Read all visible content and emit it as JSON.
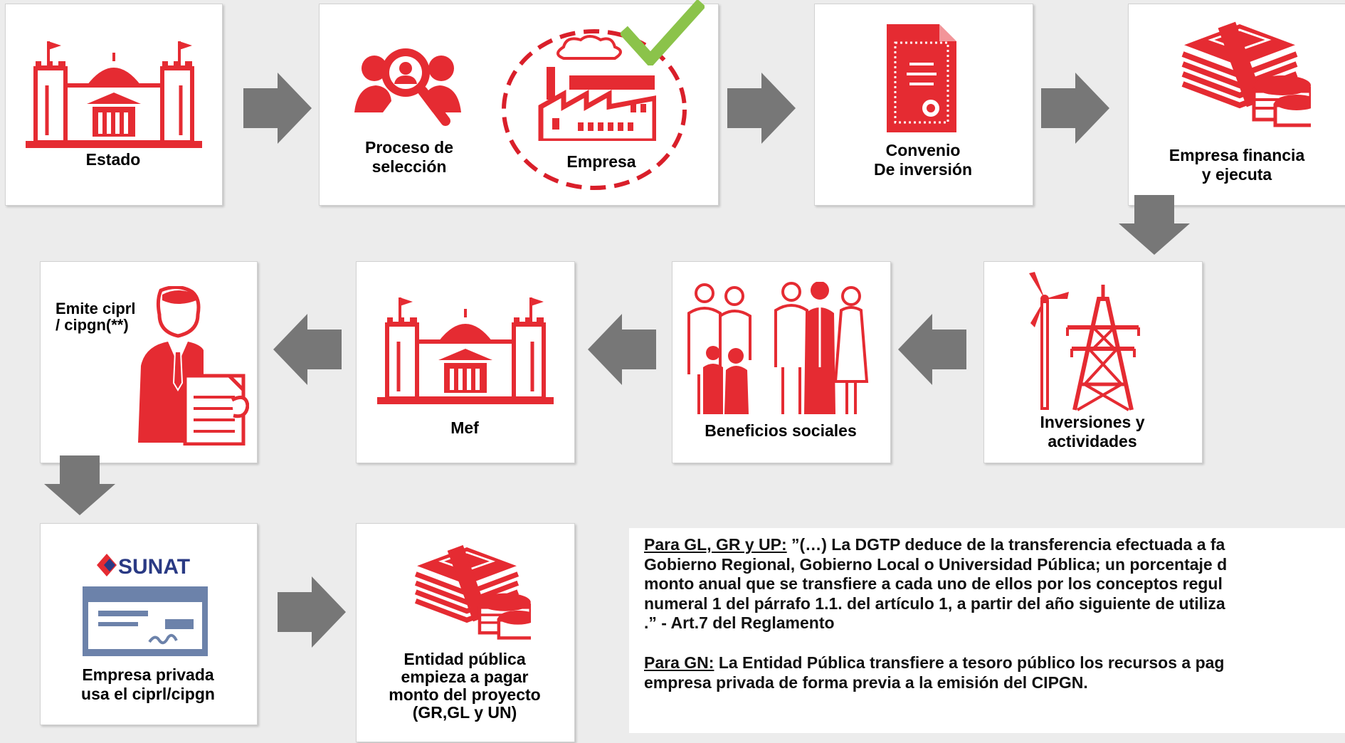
{
  "steps": {
    "estado": "Estado",
    "proceso_l1": "Proceso de",
    "proceso_l2": "selección",
    "empresa": "Empresa",
    "convenio_l1": "Convenio",
    "convenio_l2": "De inversión",
    "financia_l1": "Empresa financia",
    "financia_l2": "y ejecuta",
    "inversiones_l1": "Inversiones y",
    "inversiones_l2": "actividades",
    "beneficios": "Beneficios sociales",
    "mef": "Mef",
    "emite_l1": "Emite ciprl",
    "emite_l2": "/ cipgn(**)",
    "sunat_logo": "SUNAT",
    "usa_l1": "Empresa privada",
    "usa_l2": "usa el ciprl/cipgn",
    "entidad_l1": "Entidad pública",
    "entidad_l2": "empieza a pagar",
    "entidad_l3": "monto del proyecto",
    "entidad_l4": "(GR,GL y UN)"
  },
  "notes": {
    "p1_label": "Para GL, GR y UP:",
    "p1_l1": " ”(…) La DGTP deduce de la transferencia efectuada a fa",
    "p1_l2": "Gobierno Regional, Gobierno Local o Universidad Pública; un porcentaje d",
    "p1_l3": "monto anual que se transfiere a cada uno de ellos por los conceptos regul",
    "p1_l4": "numeral 1 del párrafo 1.1. del artículo 1, a partir del año siguiente de utiliza",
    "p1_l5": ".”  - Art.7 del Reglamento",
    "p2_label": "Para GN:",
    "p2_l1": " La Entidad Pública transfiere a tesoro público los recursos a pag",
    "p2_l2": "empresa privada de forma previa a la emisión del CIPGN."
  },
  "icons": {
    "estado": "government-building-icon",
    "proceso": "people-search-icon",
    "empresa": "factory-icon",
    "check": "checkmark-icon",
    "convenio": "certificate-document-icon",
    "financia": "money-stack-coins-icon",
    "inversiones": "wind-turbine-power-tower-icon",
    "beneficios": "family-people-icon",
    "mef": "government-building-icon",
    "emite": "person-with-document-icon",
    "sunat": "sunat-logo-icon",
    "cheque": "cheque-icon",
    "entidad": "money-stack-coins-icon"
  },
  "colors": {
    "accent": "#e52b32",
    "arrow": "#777777",
    "check": "#8bc34a",
    "sunat_blue": "#2a3a84",
    "cheque_blue": "#6c82aa"
  }
}
